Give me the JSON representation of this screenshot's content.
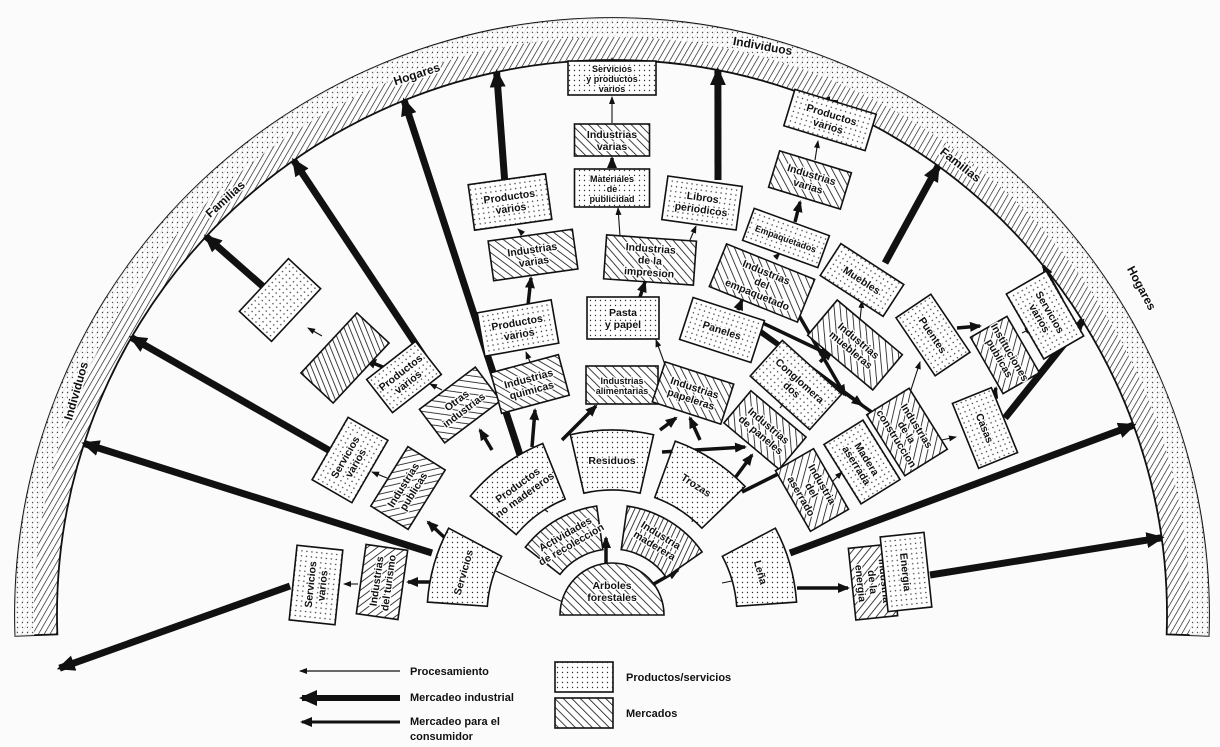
{
  "band_labels": {
    "individuos_left": "Individuos",
    "familias_left": "Familias",
    "hogares_left": "Hogares",
    "individuos_top": "Individuos",
    "familias_right": "Familias",
    "hogares_right": "Hogares"
  },
  "nodes": {
    "arboles": [
      "Arboles",
      "forestales"
    ],
    "recoleccion": [
      "Actividades",
      "de recoleccion"
    ],
    "maderera": [
      "Industria",
      "maderera"
    ],
    "servicios": [
      "Servicios"
    ],
    "no_madereros": [
      "Productos",
      "no madereros"
    ],
    "residuos": [
      "Residuos"
    ],
    "trozas": [
      "Trozas"
    ],
    "lena": [
      "Leña"
    ],
    "turismo": [
      "Industrias",
      "del turismo"
    ],
    "serv_varios_1": [
      "Servicios",
      "varios"
    ],
    "publicas": [
      "Industrias",
      "publicas"
    ],
    "serv_varios_2": [
      "Servicios",
      "varios"
    ],
    "otras": [
      "Otras",
      "industrias"
    ],
    "prod_varios_1": [
      "Productos",
      "varios"
    ],
    "quimicas": [
      "Industrias",
      "quimicas"
    ],
    "alimentarias": [
      "Industrias",
      "alimentarias"
    ],
    "papeleras": [
      "Industrias",
      "papeleras"
    ],
    "de_paneles": [
      "Industrias",
      "de paneles"
    ],
    "aserrado": [
      "Industria",
      "del",
      "aserrado"
    ],
    "energia_ind": [
      "Industria",
      "de la",
      "energia"
    ],
    "prod_varios_2": [
      "Productos",
      "varios"
    ],
    "pasta": [
      "Pasta",
      "y papel"
    ],
    "paneles": [
      "Paneles"
    ],
    "conglomerados": [
      "Conglomera",
      "dos"
    ],
    "madera_aserrada": [
      "Madera",
      "aserrada"
    ],
    "energia": [
      "Energia"
    ],
    "ind_varias_1": [
      "Industrias",
      "varias"
    ],
    "impresion": [
      "Industrias",
      "de la",
      "impresion"
    ],
    "empaquetado": [
      "Industrias",
      "del",
      "empaquetado"
    ],
    "muebleras": [
      "Industrias",
      "muebleras"
    ],
    "construccion": [
      "Industrias",
      "de la",
      "construccion"
    ],
    "prod_varios_3": [
      "Productos",
      "varios"
    ],
    "materiales": [
      "Materiales",
      "de",
      "publicidad"
    ],
    "ind_varias_2": [
      "Industrias",
      "varias"
    ],
    "serv_prod": [
      "Servicios",
      "y productos",
      "varios"
    ],
    "libros": [
      "Libros",
      "periodicos"
    ],
    "empaquetados": [
      "Empaquetados"
    ],
    "ind_varias_3": [
      "Industrias",
      "varias"
    ],
    "prod_varios_4": [
      "Productos",
      "varios"
    ],
    "muebles": [
      "Muebles"
    ],
    "puentes": [
      "Puentes"
    ],
    "casas": [
      "Casas"
    ],
    "instituciones": [
      "Instituciones",
      "publicas"
    ],
    "serv_varios_3": [
      "Servicios",
      "varios"
    ]
  },
  "legend": {
    "procesamiento": "Procesamiento",
    "mercadeo_industrial": "Mercadeo industrial",
    "mercadeo_consumidor_1": "Mercadeo para el",
    "mercadeo_consumidor_2": "consumidor",
    "productos_servicios": "Productos/servicios",
    "mercados": "Mercados"
  }
}
